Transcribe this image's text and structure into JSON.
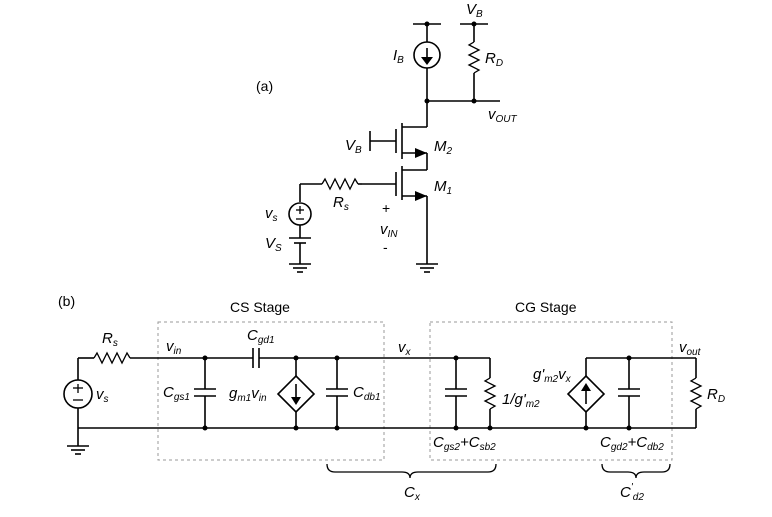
{
  "part_a": {
    "label": "(a)",
    "vb_top": "V_B",
    "ib": "I_B",
    "rd": "R_D",
    "vout": "v_OUT",
    "vb_gate": "V_B",
    "m2": "M_2",
    "m1": "M_1",
    "rs": "R_s",
    "vs_ac": "v_s",
    "vs_dc": "V_S",
    "vin_plus": "+",
    "vin": "v_IN",
    "vin_minus": "-"
  },
  "part_b": {
    "label": "(b)",
    "cs_stage": "CS Stage",
    "cg_stage": "CG Stage",
    "rs": "R_s",
    "vs": "v_s",
    "vin": "v_in",
    "cgd1": "C_gd1",
    "cgs1": "C_gs1",
    "gm1vin": "g_m1v_in",
    "cdb1": "C_db1",
    "vx": "v_x",
    "r_gm2": "1/g'_m2",
    "cgs2_csb2": "C_gs2+C_sb2",
    "gm2vx": "g'_m2v_x",
    "vout": "v_out",
    "rd": "R_D",
    "cgd2_cdb2": "C_gd2+C_db2",
    "cx": "C_x",
    "cd2": "C'_d2"
  }
}
